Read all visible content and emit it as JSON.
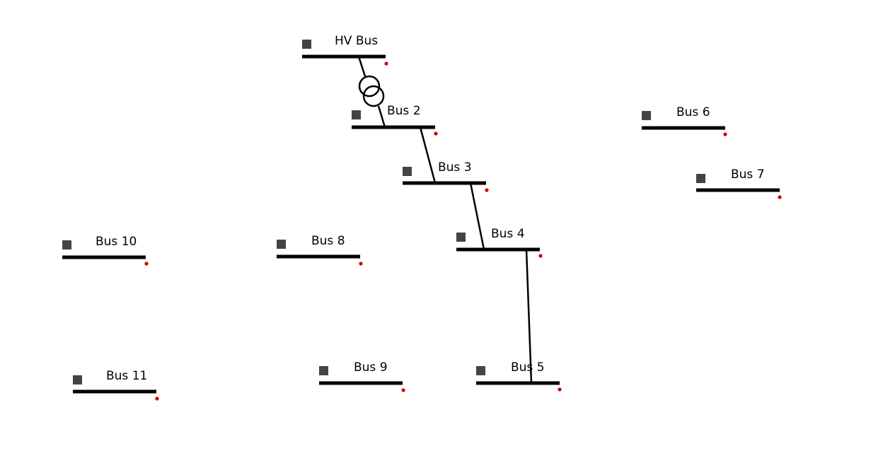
{
  "colors": {
    "background": "#ffffff",
    "bus_bar": "#000000",
    "line": "#000000",
    "drag_handle": "#444444",
    "bus_endpoint_dot": "#cc0000"
  },
  "buses": [
    {
      "id": "hv",
      "label": "HV Bus"
    },
    {
      "id": "bus2",
      "label": "Bus 2"
    },
    {
      "id": "bus3",
      "label": "Bus 3"
    },
    {
      "id": "bus4",
      "label": "Bus 4"
    },
    {
      "id": "bus5",
      "label": "Bus 5"
    },
    {
      "id": "bus6",
      "label": "Bus 6"
    },
    {
      "id": "bus7",
      "label": "Bus 7"
    },
    {
      "id": "bus8",
      "label": "Bus 8"
    },
    {
      "id": "bus9",
      "label": "Bus 9"
    },
    {
      "id": "bus10",
      "label": "Bus 10"
    },
    {
      "id": "bus11",
      "label": "Bus 11"
    }
  ],
  "connections": [
    {
      "type": "transformer",
      "from": "hv",
      "to": "bus2"
    },
    {
      "type": "line",
      "from": "bus2",
      "to": "bus3"
    },
    {
      "type": "line",
      "from": "bus3",
      "to": "bus4"
    },
    {
      "type": "line",
      "from": "bus4",
      "to": "bus5"
    }
  ]
}
